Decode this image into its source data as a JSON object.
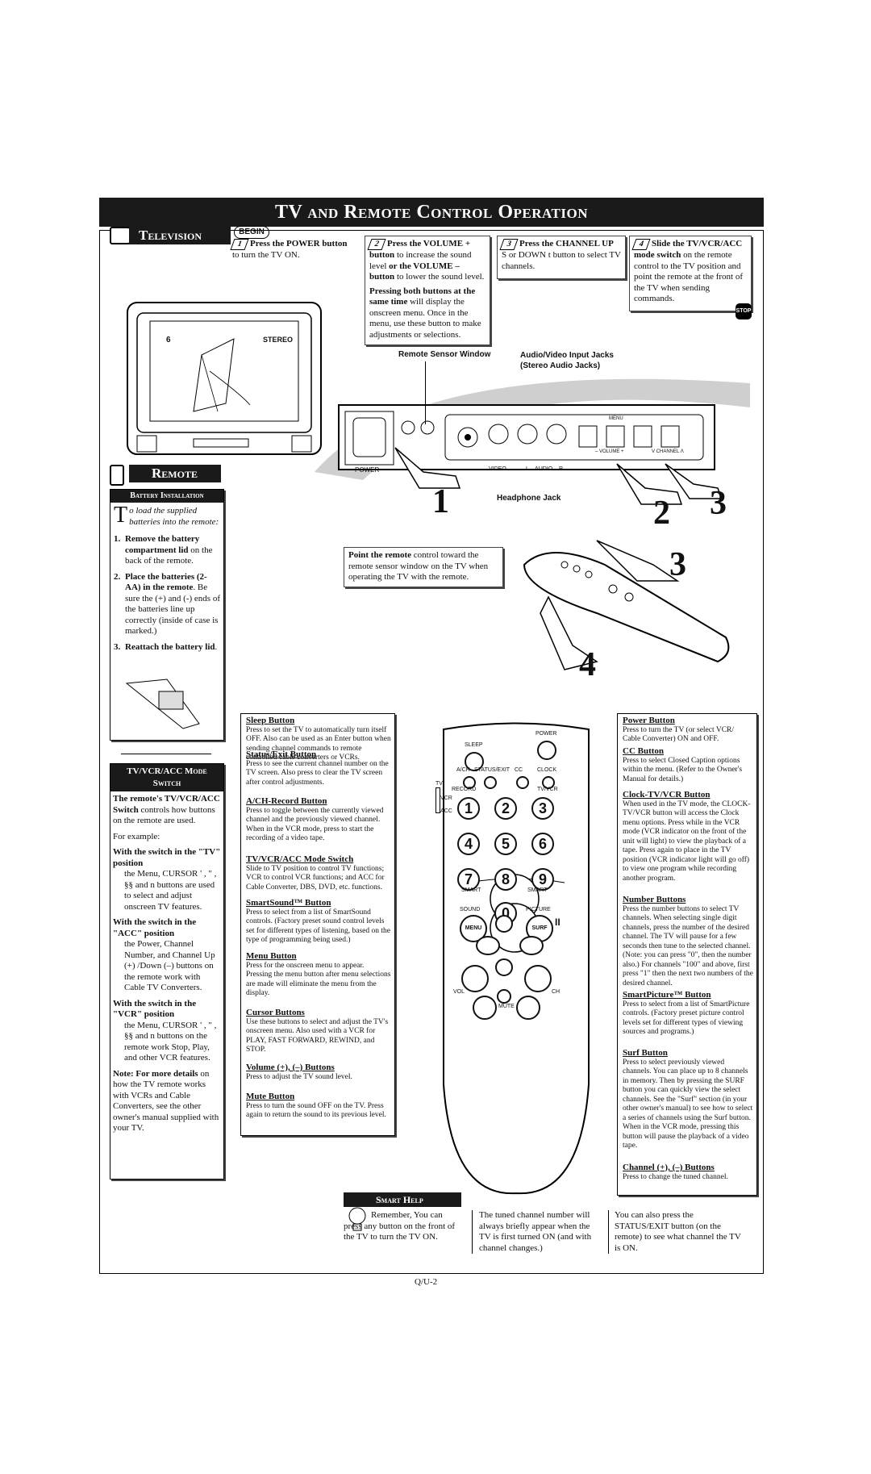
{
  "header": {
    "title": "TV and Remote Control Operation"
  },
  "television": {
    "heading": "Television",
    "begin": "BEGIN",
    "step1": {
      "num": "1",
      "bold": "Press the POWER button",
      "rest": " to turn the TV ON."
    },
    "step2": {
      "num": "2",
      "p1_bold": "Press the VOLUME + button",
      "p1_rest": " to increase the sound level ",
      "p1_bold2": "or the VOLUME – button",
      "p1_rest2": " to lower the sound level.",
      "p2_bold": "Pressing both buttons at the same time",
      "p2_rest": " will display the onscreen menu. Once in the menu, use these button to make adjustments or selections."
    },
    "step3": {
      "num": "3",
      "bold": "Press the CHANNEL UP",
      "mid": "S  or DOWN t",
      "rest": "  button to select TV channels."
    },
    "step4": {
      "num": "4",
      "bold": "Slide the TV/VCR/ACC mode switch",
      "rest": " on the remote control to the TV position and point the remote at the front of the TV when sending commands."
    },
    "stop": "STOP",
    "tv_screen": {
      "channel": "6",
      "stereo": "STEREO"
    },
    "labels": {
      "sensor": "Remote Sensor Window",
      "av_jacks": "Audio/Video Input Jacks",
      "av_jacks2": "(Stereo Audio Jacks)",
      "power": "POWER",
      "video": "VIDEO",
      "audio": "L    AUDIO    R",
      "menu": "MENU",
      "volume": "–  VOLUME  +",
      "channel": "V  CHANNEL  Λ",
      "headphone": "Headphone Jack",
      "n1": "1",
      "n2": "2",
      "n3": "3",
      "n3b": "3",
      "n4": "4"
    }
  },
  "remote": {
    "heading": "Remote",
    "battery": {
      "heading": "Battery Installation",
      "intro_cap": "T",
      "intro": "o load the supplied batteries into the remote:",
      "items": [
        {
          "n": "1.",
          "bold": "Remove the battery compartment lid",
          "rest": " on the back of the remote."
        },
        {
          "n": "2.",
          "bold": "Place the batteries (2-AA) in the remote",
          "rest": ". Be sure the (+) and (-) ends of the batteries line up correctly (inside of case is marked.)"
        },
        {
          "n": "3.",
          "bold": "Reattach the battery lid",
          "rest": "."
        }
      ]
    },
    "point": {
      "bold": "Point the remote",
      "rest": " control toward the remote sensor window on the TV when operating the TV with the remote."
    }
  },
  "mode": {
    "heading1": "TV/VCR/ACC Mode",
    "heading2": "Switch",
    "intro_bold": "The remote's TV/VCR/ACC Switch",
    "intro_rest": " controls how buttons on the remote are used.",
    "example": "For example:",
    "tv_h": "With the switch in the \"TV\" position",
    "tv_t": "the Menu, CURSOR ' , \" , §§  and n  buttons are used to select and adjust onscreen TV features.",
    "acc_h": "With the switch in the \"ACC\" position",
    "acc_t": "the Power, Channel Number, and Channel Up (+) /Down (–) buttons on the remote work with Cable TV Converters.",
    "vcr_h": "With the switch in the \"VCR\" position",
    "vcr_t": "the Menu, CURSOR ' , \" , §§  and n  buttons on the remote work Stop, Play, and other VCR features.",
    "note_b": "Note: For more details",
    "note_t": " on how the TV remote works with VCRs and Cable Converters, see the other owner's manual supplied with your TV."
  },
  "left_callouts": [
    {
      "title": "Sleep Button",
      "text": "Press to set the TV to automatically turn itself OFF. Also can be used as an Enter button when sending channel commands to remote controlled cable converters or VCRs."
    },
    {
      "title": "Status/Exit Button",
      "text": "Press to see the current channel number on the TV screen. Also press to clear the TV screen after control adjustments."
    },
    {
      "title": "A/CH-Record Button",
      "text": "Press to toggle between the currently viewed channel and the previously viewed channel. When in the VCR mode, press to start the recording of a video tape."
    },
    {
      "title": "TV/VCR/ACC Mode Switch",
      "text": "Slide to TV position to control TV functions; VCR to control VCR functions; and ACC for Cable Converter, DBS, DVD, etc. functions."
    },
    {
      "title": "SmartSound™ Button",
      "text": "Press to select from a list of SmartSound controls. (Factory preset sound control levels set for different types of listening, based on the type of programming being used.)"
    },
    {
      "title": "Menu Button",
      "text": "Press for the onscreen menu to appear. Pressing the menu button after menu selections are made will eliminate the menu from the display."
    },
    {
      "title": "Cursor Buttons",
      "text": "Use these buttons to select and adjust the TV's onscreen menu. Also used with a VCR for PLAY, FAST FORWARD, REWIND, and STOP."
    },
    {
      "title": "Volume (+), (–) Buttons",
      "text": "Press to adjust the TV sound level."
    },
    {
      "title": "Mute Button",
      "text": "Press to turn the sound OFF on the TV. Press again to return the sound to its previous level."
    }
  ],
  "right_callouts": [
    {
      "title": "Power Button",
      "text": "Press to turn the TV (or select VCR/ Cable Converter) ON and OFF."
    },
    {
      "title": "CC Button",
      "text": "Press to select Closed Caption options within the menu. (Refer to the Owner's Manual for details.)"
    },
    {
      "title": "Clock-TV/VCR Button",
      "text": "When used in the TV mode, the CLOCK-TV/VCR button will access the Clock menu options. Press while in the VCR mode (VCR indicator on the front of the unit will light) to view the playback of a tape. Press again to place in the TV position (VCR indicator light will go off) to view one program while recording another program."
    },
    {
      "title": "Number Buttons",
      "text": "Press the number buttons to select TV channels. When selecting single digit channels, press the number of the desired channel. The TV will pause for a few seconds then tune to the selected channel. (Note: you can press \"0\", then the number also.) For channels \"100\" and above, first press \"1\" then the next two numbers of the desired channel."
    },
    {
      "title": "SmartPicture™ Button",
      "text": "Press to select from a list of SmartPicture controls. (Factory preset picture control levels set for different types of viewing sources and programs.)"
    },
    {
      "title": "Surf Button",
      "text": "Press to select previously viewed channels. You can place up to 8 channels in memory. Then by pressing the SURF button you can quickly view the select channels. See the \"Surf\" section (in your other owner's manual) to see how to select a series of channels using the Surf button. When in the VCR mode, pressing this button will pause the playback of a video tape."
    },
    {
      "title": "Channel (+), (–) Buttons",
      "text": "Press to change the tuned channel."
    }
  ],
  "remote_labels": {
    "power": "POWER",
    "sleep": "SLEEP",
    "ach": "A/CH",
    "status": "STATUS/EXIT",
    "cc": "CC",
    "clock": "CLOCK",
    "tv": "TV",
    "record": "RECORD",
    "tvvcr": "TV/VCR",
    "vcr": "VCR",
    "acc": "ACC",
    "smart1": "SMART",
    "smart2": "SMART",
    "sound": "SOUND",
    "picture": "PICTURE",
    "menu": "MENU",
    "surf": "SURF",
    "vol": "VOL",
    "ch": "CH",
    "mute": "MUTE",
    "pause": "II",
    "digits": [
      "1",
      "2",
      "3",
      "4",
      "5",
      "6",
      "7",
      "8",
      "9",
      "0"
    ]
  },
  "smart_help": {
    "heading": "Smart Help",
    "col1": "Remember, You can press any button on the front of the TV to turn the TV ON.",
    "col2": "The tuned channel number will always briefly appear when the TV is first turned ON (and with channel changes.)",
    "col3": "You can also press the STATUS/EXIT button (on the remote) to see what channel the TV is ON."
  },
  "footer": {
    "page": "Q/U-2"
  }
}
